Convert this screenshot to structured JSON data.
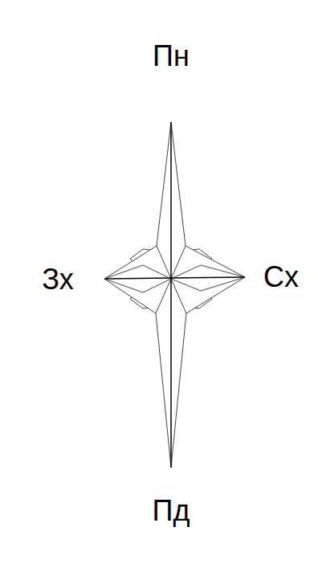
{
  "diagram": {
    "labels": [
      "Пн",
      "Зх",
      "Сх",
      "Пд"
    ]
  }
}
